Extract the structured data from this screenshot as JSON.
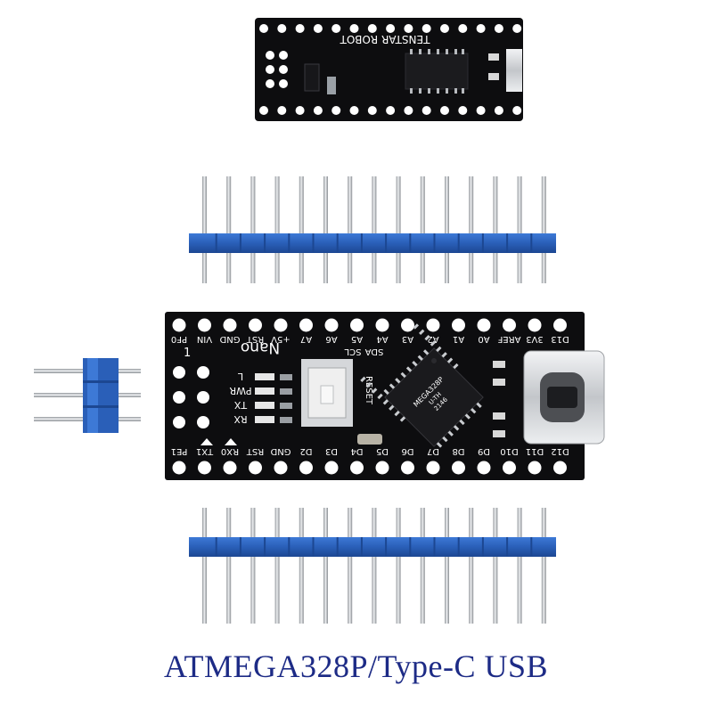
{
  "caption": "ATMEGA328P/Type-C USB",
  "colors": {
    "pcb": "#0d0d0f",
    "header_plastic": "#2a5fb8",
    "pin_metal": "#c9ccd0",
    "caption": "#1d2b86",
    "chip": "#1a1a1d",
    "usb_c": "#d9dbde"
  },
  "board_back": {
    "title": "TENSTAR ROBOT"
  },
  "board_front": {
    "name": "Nano",
    "button_label": "RESET",
    "i2c_labels": [
      "SDA",
      "SCL"
    ],
    "chip_marking": [
      "MEGA328P",
      "U-TH",
      "2146"
    ],
    "pin_one": "1",
    "top_labels": [
      "PF0",
      "VIN",
      "GND",
      "RST",
      "+5V",
      "A7",
      "A6",
      "A5",
      "A4",
      "A3",
      "A2",
      "A1",
      "A0",
      "AREF",
      "3V3",
      "D13"
    ],
    "bottom_labels": [
      "PE1",
      "TX1",
      "RX0",
      "RST",
      "GND",
      "D2",
      "D3",
      "D4",
      "D5",
      "D6",
      "D7",
      "D8",
      "D9",
      "D10",
      "D11",
      "D12"
    ],
    "led_labels": [
      "L",
      "PWR",
      "TX",
      "RX"
    ]
  },
  "icons": {
    "usb_connector": "usb-c-connector-icon",
    "chip": "qfp-chip-icon",
    "button": "tactile-button-icon"
  }
}
